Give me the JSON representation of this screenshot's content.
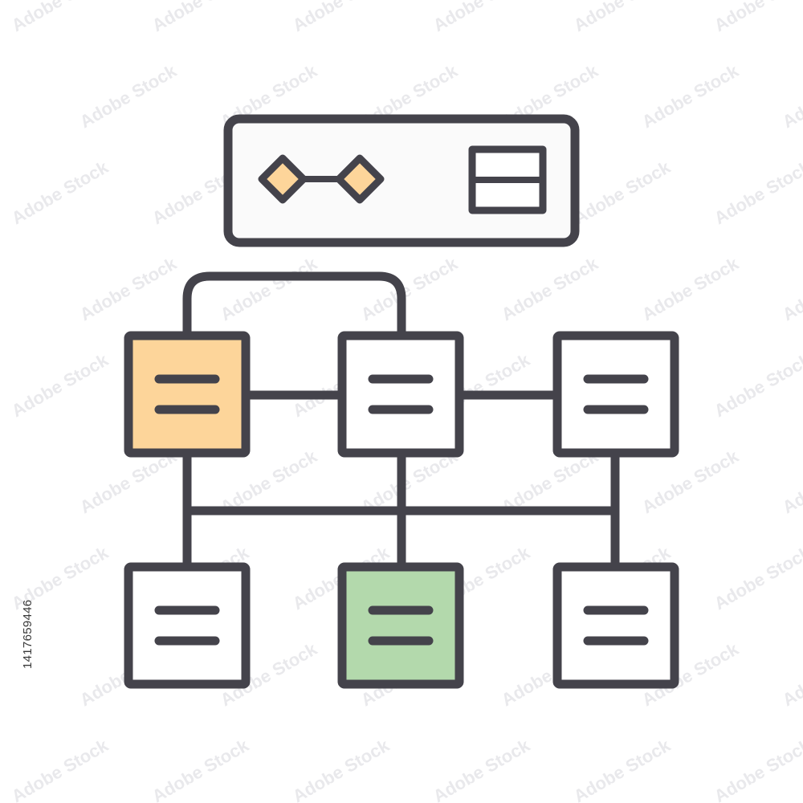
{
  "colors": {
    "stroke": "#44434b",
    "background": "#ffffff",
    "panel_fill": "#fafafa",
    "node_default": "#ffffff",
    "node_highlight_orange": "#fdd59a",
    "node_highlight_green": "#b3d9ac",
    "diamond_fill": "#fdd59a",
    "watermark": "#e9e9ec"
  },
  "icon": {
    "name": "sitemap-flowchart-icon",
    "top_panel": {
      "left_glyph": "connected-diamonds-icon",
      "right_glyph": "table-grid-icon"
    },
    "top_row": [
      {
        "id": "node-top-left",
        "fill": "orange",
        "glyph": "menu-lines-icon"
      },
      {
        "id": "node-top-center",
        "fill": "white",
        "glyph": "menu-lines-icon"
      },
      {
        "id": "node-top-right",
        "fill": "white",
        "glyph": "menu-lines-icon"
      }
    ],
    "bottom_row": [
      {
        "id": "node-bottom-left",
        "fill": "white",
        "glyph": "menu-lines-icon"
      },
      {
        "id": "node-bottom-center",
        "fill": "green",
        "glyph": "menu-lines-icon"
      },
      {
        "id": "node-bottom-right",
        "fill": "white",
        "glyph": "menu-lines-icon"
      }
    ]
  },
  "stock_id": "1417659446",
  "watermark_text": "Adobe Stock"
}
